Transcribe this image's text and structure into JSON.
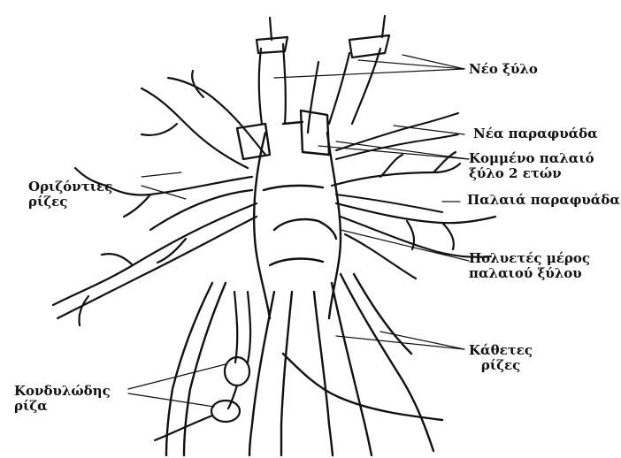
{
  "labels": {
    "new_wood": "Νέο ξύλο",
    "new_shoot": "Νέα παραφυάδα",
    "cut_old_wood_line1": "Κομμένο παλαιό",
    "cut_old_wood_line2": "ξύλο 2 ετών",
    "old_shoot": "Παλαιά παραφυάδα",
    "perennial_old_wood_line1": "Πολυετές μέρος",
    "perennial_old_wood_line2": "παλαιού ξύλου",
    "vertical_roots_line1": "Κάθετες",
    "vertical_roots_line2": "ρίζες",
    "horizontal_roots_line1": "Οριζόντιες",
    "horizontal_roots_line2": "ρίζες",
    "nodular_root_line1": "Κονδυλώδης",
    "nodular_root_line2": "ρίζα"
  },
  "colors": {
    "ink": "#111111",
    "background": "#ffffff"
  }
}
